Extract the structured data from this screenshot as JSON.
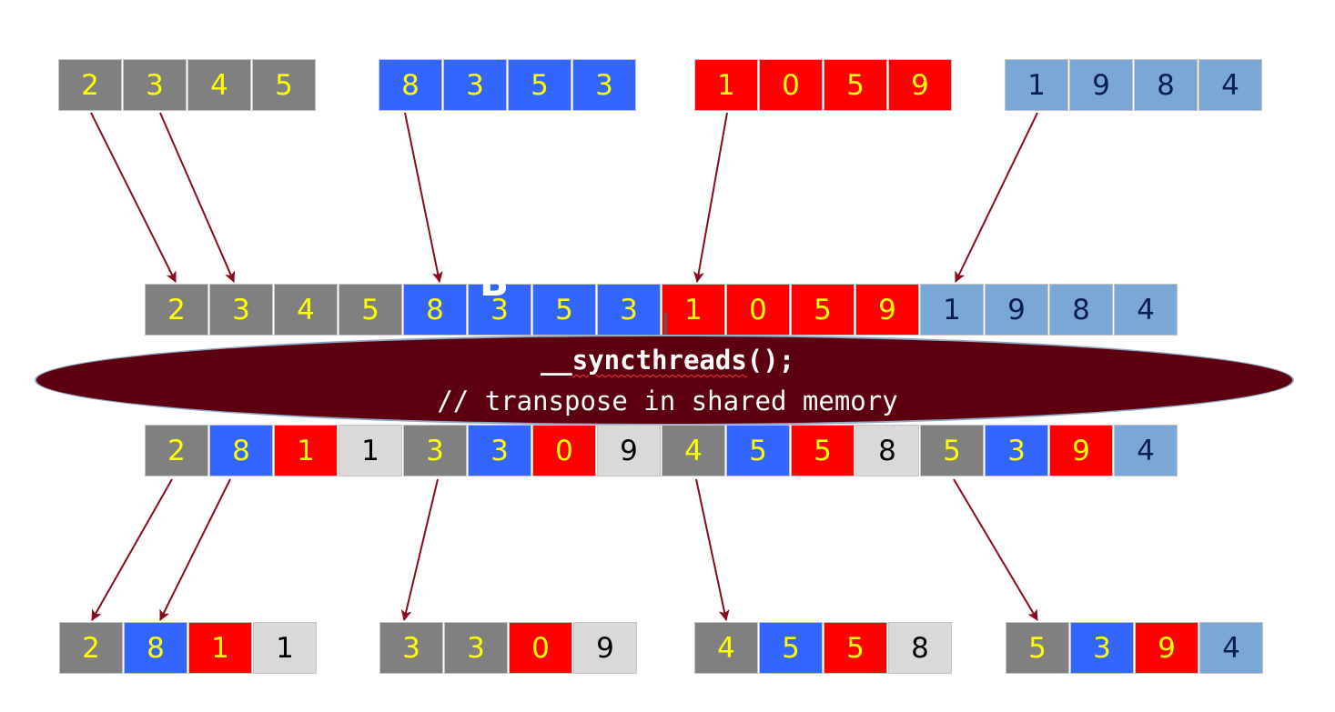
{
  "input_blocks": [
    {
      "color": "gray",
      "values": [
        "2",
        "3",
        "4",
        "5"
      ]
    },
    {
      "color": "blue",
      "values": [
        "8",
        "3",
        "5",
        "3"
      ]
    },
    {
      "color": "red",
      "values": [
        "1",
        "0",
        "5",
        "9"
      ]
    },
    {
      "color": "light",
      "values": [
        "1",
        "9",
        "8",
        "4"
      ]
    }
  ],
  "shared_row": [
    {
      "color": "gray",
      "value": "2"
    },
    {
      "color": "gray",
      "value": "3"
    },
    {
      "color": "gray",
      "value": "4"
    },
    {
      "color": "gray",
      "value": "5"
    },
    {
      "color": "blue",
      "value": "8"
    },
    {
      "color": "blue",
      "value": "3"
    },
    {
      "color": "blue",
      "value": "5"
    },
    {
      "color": "blue",
      "value": "3"
    },
    {
      "color": "red",
      "value": "1"
    },
    {
      "color": "red",
      "value": "0"
    },
    {
      "color": "red",
      "value": "5"
    },
    {
      "color": "red",
      "value": "9"
    },
    {
      "color": "light",
      "value": "1"
    },
    {
      "color": "light",
      "value": "9"
    },
    {
      "color": "light",
      "value": "8"
    },
    {
      "color": "light",
      "value": "4"
    }
  ],
  "transposed_row": [
    {
      "color": "gray",
      "value": "2"
    },
    {
      "color": "blue",
      "value": "8"
    },
    {
      "color": "red",
      "value": "1"
    },
    {
      "color": "pale",
      "value": "1"
    },
    {
      "color": "gray",
      "value": "3"
    },
    {
      "color": "blue",
      "value": "3"
    },
    {
      "color": "red",
      "value": "0"
    },
    {
      "color": "pale",
      "value": "9"
    },
    {
      "color": "gray",
      "value": "4"
    },
    {
      "color": "blue",
      "value": "5"
    },
    {
      "color": "red",
      "value": "5"
    },
    {
      "color": "pale",
      "value": "8"
    },
    {
      "color": "gray",
      "value": "5"
    },
    {
      "color": "blue",
      "value": "3"
    },
    {
      "color": "red",
      "value": "9"
    },
    {
      "color": "light",
      "value": "4"
    }
  ],
  "output_blocks": [
    [
      {
        "color": "gray",
        "value": "2"
      },
      {
        "color": "blue",
        "value": "8"
      },
      {
        "color": "red",
        "value": "1"
      },
      {
        "color": "pale",
        "value": "1"
      }
    ],
    [
      {
        "color": "gray",
        "value": "3"
      },
      {
        "color": "gray",
        "value": "3"
      },
      {
        "color": "red",
        "value": "0"
      },
      {
        "color": "pale",
        "value": "9"
      }
    ],
    [
      {
        "color": "gray",
        "value": "4"
      },
      {
        "color": "blue",
        "value": "5"
      },
      {
        "color": "red",
        "value": "5"
      },
      {
        "color": "pale",
        "value": "8"
      }
    ],
    [
      {
        "color": "gray",
        "value": "5"
      },
      {
        "color": "blue",
        "value": "3"
      },
      {
        "color": "red",
        "value": "9"
      },
      {
        "color": "light",
        "value": "4"
      }
    ]
  ],
  "banner": {
    "sync_prefix": "__",
    "sync_name": "syncthreads",
    "sync_suffix": "();",
    "comment": "// transpose in shared memory"
  },
  "hidden_fragment": "B",
  "colors": {
    "gray": "#808080",
    "blue": "#3366ff",
    "red": "#ff0000",
    "light": "#7ba7d7",
    "pale": "#d9d9d9",
    "banner": "#5c0010",
    "arrow": "#8b0a1e",
    "digit_on_dark": "#ffff00"
  }
}
